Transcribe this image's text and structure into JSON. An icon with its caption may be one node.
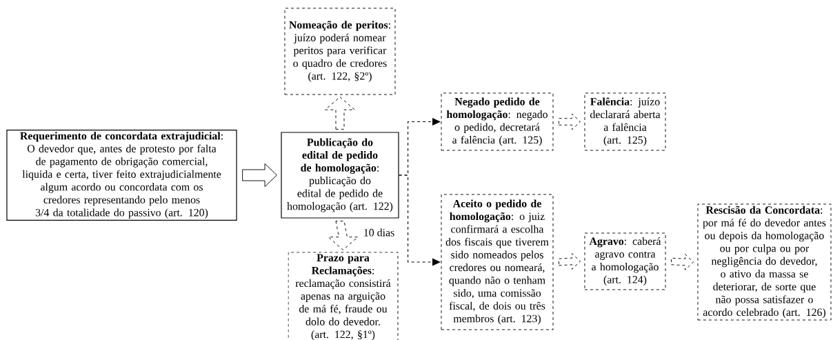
{
  "diagram": {
    "nodes": [
      {
        "text": [
          "**Requerimento de concordata extrajudicial**: O devedor que, antes de protesto por falta de pagamento de obrigação comercial, liquida e certa, tiver feito extrajudicialmente algum acordo ou concordata com os credores representando pelo menos 3/4 da totalidade do passivo (art. 120)"
        ]
      },
      {
        "text": [
          "**Publicação do edital de pedido de homologação**: publicação do edital de pedido de homologação (art. 122)"
        ]
      },
      {
        "text": [
          "**Nomeação de peritos**: juízo poderá nomear peritos para verificar o quadro de credores (art. 122, §2º)"
        ]
      },
      {
        "text": [
          "**Prazo para Reclamações**: reclamação consistirá apenas na arguição de má fé, fraude ou dolo do devedor. (art. 122, §1º)"
        ]
      },
      {
        "text": [
          "**Negado pedido de homologação**: negado o pedido, decretará a falência (art. 125)"
        ]
      },
      {
        "text": [
          "**Falência**: juízo declarará aberta a falência (art. 125)"
        ]
      },
      {
        "text": [
          "**Aceito o pedido de homologação**: o juiz confirmará a escolha dos fiscais que tiverem sido nomeados pelos credores ou nomeará, quando não o tenham sido, uma comissão fiscal, de dois ou três membros (art. 123)"
        ]
      },
      {
        "text": [
          "**Agravo**: caberá agravo contra a homologação (art. 124)"
        ]
      },
      {
        "text": [
          "**Rescisão da Concordata**: por má fé do devedor antes ou depois da homologação ou por culpa ou por negligência do devedor, o ativo da massa se deteriorar, de sorte que não possa satisfazer o acordo celebrado (art. 126)"
        ]
      }
    ],
    "edges": [
      {
        "from": 0,
        "to": 1,
        "arrow": "to"
      },
      {
        "from": 1,
        "to": 2,
        "arrow": "to",
        "style": "dashed"
      },
      {
        "from": 1,
        "to": 3,
        "arrow": "to",
        "style": "dashed",
        "label": "10 dias"
      },
      {
        "from": 1,
        "to": 4,
        "arrow": "to",
        "style": "dashed"
      },
      {
        "from": 1,
        "to": 6,
        "arrow": "to",
        "style": "dashed"
      },
      {
        "from": 4,
        "to": 5,
        "arrow": "to",
        "style": "dashed"
      },
      {
        "from": 6,
        "to": 7,
        "arrow": "to",
        "style": "dashed"
      },
      {
        "from": 7,
        "to": 8,
        "arrow": "to",
        "style": "dashed"
      }
    ]
  }
}
